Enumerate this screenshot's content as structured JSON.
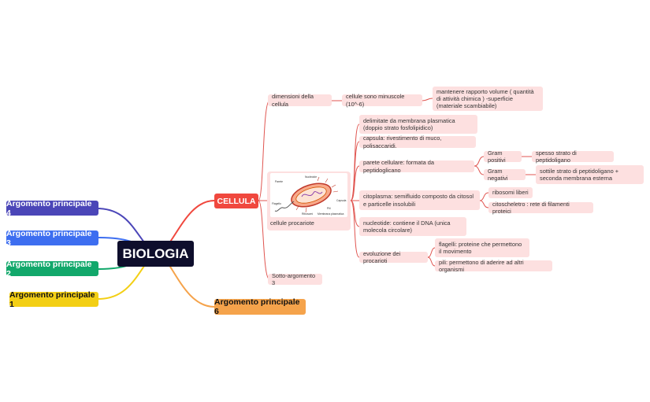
{
  "root": {
    "label": "BIOLOGIA"
  },
  "left_topics": [
    {
      "label": "Argomento principale 4",
      "color": "#4b46b8"
    },
    {
      "label": "Argomento principale 3",
      "color": "#3d6ef0"
    },
    {
      "label": "Argomento principale 2",
      "color": "#12a86b"
    },
    {
      "label": "Argomento principale 1",
      "color": "#f3cf15"
    }
  ],
  "cellula": {
    "label": "CELLULA",
    "color": "#f0483e",
    "dimensioni": {
      "label": "dimensioni della cellula",
      "child": "cellule sono minuscole (10^-6)",
      "grandchild": "mantenere rapporto volume ( quantità di attività chimica ) -superficie (materiale scambiabile)"
    },
    "procariote": {
      "caption": "cellule procariote",
      "diagram_labels": [
        "Nucleoide",
        "Capsula",
        "Flagello",
        "Pili",
        "Ribosomi",
        "Parete",
        "Membrana plasmatica"
      ],
      "items": {
        "membrana": "delimitate da membrana plasmatica (doppio strato fosfolipidico)",
        "capsula": "capsula: rivestimento di muco, polisaccaridi.",
        "parete": "parete cellulare: formata da peptidoglicano",
        "gram_pos": "Gram positivi",
        "gram_pos_desc": "spesso strato di peptidoligano",
        "gram_neg": "Gram negativi",
        "gram_neg_desc": "sottile strato di peptidoligano + seconda membrana esterna",
        "citoplasma": "citoplasma: semifluido composto da citosol e particelle insolubili",
        "ribosomi": "ribosomi liberi",
        "citoscheletro": "citoscheletro : rete di filamenti proteici",
        "nucleotide": "nucleotide: contiene il DNA (unica molecola circolare)",
        "evoluzione": "evoluzione dei procarioti",
        "flagelli": "flagelli: proteine che permettono il movimento",
        "pili": "pili: permettono di aderire ad altri organismi"
      }
    },
    "sotto": "Sotto-argomento 3"
  },
  "arg6": {
    "label": "Argomento principale 6",
    "color": "#f5a34b"
  }
}
